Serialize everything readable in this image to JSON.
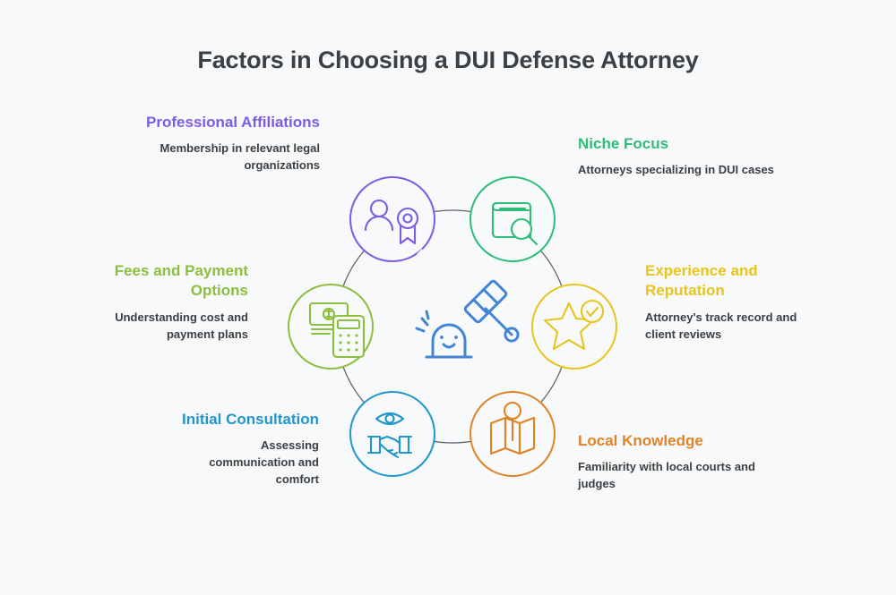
{
  "page": {
    "title": "Factors in Choosing a DUI Defense Attorney",
    "background_color": "#f8f9fa",
    "title_color": "#3c4043",
    "body_text_color": "#3c4043",
    "connector_circle_color": "#5f6368"
  },
  "center": {
    "icon": "gavel-and-sound-block-icon",
    "color": "#4285d6"
  },
  "nodes": [
    {
      "id": "professional-affiliations",
      "heading": "Professional Affiliations",
      "description": "Membership in relevant legal organizations",
      "color": "#7c5ce6",
      "icon": "person-with-award-ribbon-icon",
      "text_align": "right",
      "position": "top-left"
    },
    {
      "id": "niche-focus",
      "heading": "Niche Focus",
      "description": "Attorneys specializing in DUI cases",
      "color": "#2ebd78",
      "icon": "book-with-magnifier-icon",
      "text_align": "left",
      "position": "top-right"
    },
    {
      "id": "experience-and-reputation",
      "heading": "Experience and Reputation",
      "description": "Attorney's track record and client reviews",
      "color": "#e8c51c",
      "icon": "star-with-check-icon",
      "text_align": "left",
      "position": "right"
    },
    {
      "id": "local-knowledge",
      "heading": "Local Knowledge",
      "description": "Familiarity with local courts and judges",
      "color": "#e08326",
      "icon": "folded-map-with-pin-icon",
      "text_align": "left",
      "position": "bottom-right"
    },
    {
      "id": "initial-consultation",
      "heading": "Initial Consultation",
      "description": "Assessing communication and comfort",
      "color": "#2196cd",
      "icon": "eye-and-handshake-icon",
      "text_align": "right",
      "position": "bottom-left"
    },
    {
      "id": "fees-and-payment-options",
      "heading": "Fees and Payment Options",
      "description": "Understanding cost and payment plans",
      "color": "#8cbf3f",
      "icon": "cash-and-calculator-icon",
      "text_align": "right",
      "position": "left"
    }
  ]
}
